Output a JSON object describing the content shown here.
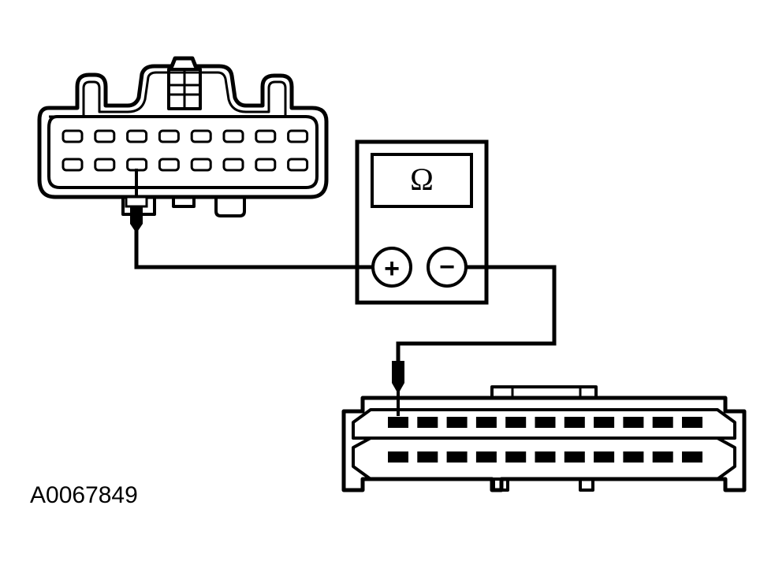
{
  "figure_id": "A0067849",
  "meter": {
    "display_symbol": "Ω",
    "positive_terminal": "+",
    "negative_terminal": "−"
  },
  "colors": {
    "line": "#000000",
    "background": "#ffffff"
  },
  "connector_top": {
    "rows": 2,
    "pins_per_row": 8,
    "probed_row": 2,
    "probed_pin": 3
  },
  "connector_bottom": {
    "rows": 2,
    "pins_per_row": 11,
    "probed_row": 1,
    "probed_pin": 1
  }
}
